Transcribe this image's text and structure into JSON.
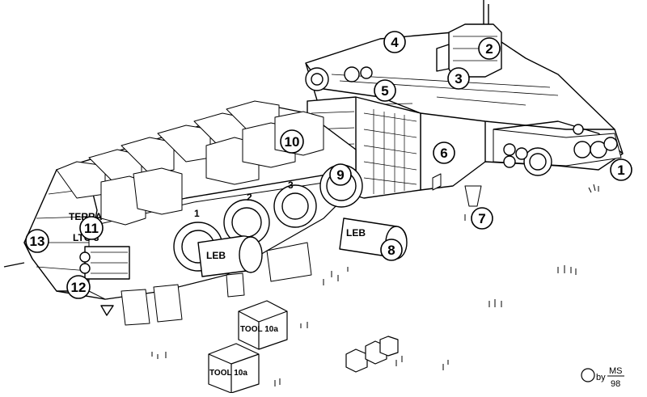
{
  "callouts": [
    {
      "num": "1"
    },
    {
      "num": "2"
    },
    {
      "num": "3"
    },
    {
      "num": "4"
    },
    {
      "num": "5"
    },
    {
      "num": "6"
    },
    {
      "num": "7"
    },
    {
      "num": "8"
    },
    {
      "num": "9"
    },
    {
      "num": "10"
    },
    {
      "num": "11"
    },
    {
      "num": "12"
    },
    {
      "num": "13"
    }
  ],
  "hull_markings": {
    "name_line1": "TERRA",
    "name_line2": "LTC 3",
    "bay_1": "1",
    "bay_2": "2",
    "bay_3": "3"
  },
  "module_label": "LEB",
  "crate_label": "TOOL 10a",
  "signature": {
    "initials": "MS",
    "year": "98",
    "prefix": "by"
  }
}
